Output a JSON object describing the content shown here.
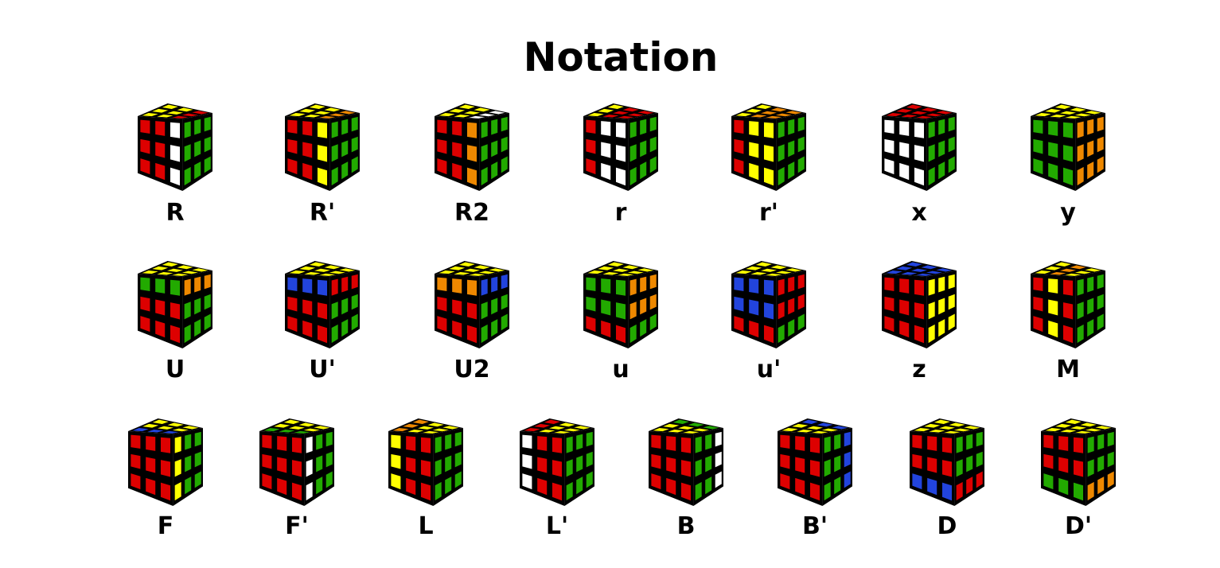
{
  "title": "Notation",
  "colors": {
    "W": "#ffffff",
    "Y": "#ffff00",
    "R": "#dd0000",
    "O": "#ee8800",
    "B": "#2244dd",
    "G": "#22aa00",
    "line": "#000000"
  },
  "rows": [
    {
      "moves": [
        {
          "label": "R",
          "top": [
            "YYR",
            "YYR",
            "YYR"
          ],
          "front": [
            "RRW",
            "RRW",
            "RRW"
          ],
          "right": [
            "GGG",
            "GGG",
            "GGG"
          ]
        },
        {
          "label": "R'",
          "top": [
            "YYO",
            "YYO",
            "YYO"
          ],
          "front": [
            "RRY",
            "RRY",
            "RRY"
          ],
          "right": [
            "GGG",
            "GGG",
            "GGG"
          ]
        },
        {
          "label": "R2",
          "top": [
            "YYW",
            "YYW",
            "YYW"
          ],
          "front": [
            "RRO",
            "RRO",
            "RRO"
          ],
          "right": [
            "GGG",
            "GGG",
            "GGG"
          ]
        },
        {
          "label": "r",
          "top": [
            "YRR",
            "YRR",
            "YRR"
          ],
          "front": [
            "RWW",
            "RWW",
            "RWW"
          ],
          "right": [
            "GGG",
            "GGG",
            "GGG"
          ]
        },
        {
          "label": "r'",
          "top": [
            "YOO",
            "YOO",
            "YOO"
          ],
          "front": [
            "RYY",
            "RYY",
            "RYY"
          ],
          "right": [
            "GGG",
            "GGG",
            "GGG"
          ]
        },
        {
          "label": "x",
          "top": [
            "RRR",
            "RRR",
            "RRR"
          ],
          "front": [
            "WWW",
            "WWW",
            "WWW"
          ],
          "right": [
            "GGG",
            "GGG",
            "GGG"
          ]
        },
        {
          "label": "y",
          "top": [
            "YYY",
            "YYY",
            "YYY"
          ],
          "front": [
            "GGG",
            "GGG",
            "GGG"
          ],
          "right": [
            "OOO",
            "OOO",
            "OOO"
          ]
        }
      ]
    },
    {
      "moves": [
        {
          "label": "U",
          "top": [
            "YYY",
            "YYY",
            "YYY"
          ],
          "front": [
            "GGG",
            "RRR",
            "RRR"
          ],
          "right": [
            "OOO",
            "GGG",
            "GGG"
          ]
        },
        {
          "label": "U'",
          "top": [
            "YYY",
            "YYY",
            "YYY"
          ],
          "front": [
            "BBB",
            "RRR",
            "RRR"
          ],
          "right": [
            "RRR",
            "GGG",
            "GGG"
          ]
        },
        {
          "label": "U2",
          "top": [
            "YYY",
            "YYY",
            "YYY"
          ],
          "front": [
            "OOO",
            "RRR",
            "RRR"
          ],
          "right": [
            "BBB",
            "GGG",
            "GGG"
          ]
        },
        {
          "label": "u",
          "top": [
            "YYY",
            "YYY",
            "YYY"
          ],
          "front": [
            "GGG",
            "GGG",
            "RRR"
          ],
          "right": [
            "OOO",
            "OOO",
            "GGG"
          ]
        },
        {
          "label": "u'",
          "top": [
            "YYY",
            "YYY",
            "YYY"
          ],
          "front": [
            "BBB",
            "BBB",
            "RRR"
          ],
          "right": [
            "RRR",
            "RRR",
            "GGG"
          ]
        },
        {
          "label": "z",
          "top": [
            "BBB",
            "BBB",
            "BBB"
          ],
          "front": [
            "RRR",
            "RRR",
            "RRR"
          ],
          "right": [
            "YYY",
            "YYY",
            "YYY"
          ]
        },
        {
          "label": "M",
          "top": [
            "YOY",
            "YOY",
            "YOY"
          ],
          "front": [
            "RYR",
            "RYR",
            "RYR"
          ],
          "right": [
            "GGG",
            "GGG",
            "GGG"
          ]
        }
      ]
    },
    {
      "moves": [
        {
          "label": "F",
          "top": [
            "YYY",
            "YYY",
            "BBB"
          ],
          "front": [
            "RRR",
            "RRR",
            "RRR"
          ],
          "right": [
            "YGG",
            "YGG",
            "YGG"
          ]
        },
        {
          "label": "F'",
          "top": [
            "YYY",
            "YYY",
            "GGG"
          ],
          "front": [
            "RRR",
            "RRR",
            "RRR"
          ],
          "right": [
            "WGG",
            "WGG",
            "WGG"
          ]
        },
        {
          "label": "L",
          "top": [
            "OYY",
            "OYY",
            "OYY"
          ],
          "front": [
            "YRR",
            "YRR",
            "YRR"
          ],
          "right": [
            "GGG",
            "GGG",
            "GGG"
          ]
        },
        {
          "label": "L'",
          "top": [
            "RYY",
            "RYY",
            "RYY"
          ],
          "front": [
            "WRR",
            "WRR",
            "WRR"
          ],
          "right": [
            "GGG",
            "GGG",
            "GGG"
          ]
        },
        {
          "label": "B",
          "top": [
            "GGG",
            "YYY",
            "YYY"
          ],
          "front": [
            "RRR",
            "RRR",
            "RRR"
          ],
          "right": [
            "GGW",
            "GGW",
            "GGW"
          ]
        },
        {
          "label": "B'",
          "top": [
            "BBB",
            "YYY",
            "YYY"
          ],
          "front": [
            "RRR",
            "RRR",
            "RRR"
          ],
          "right": [
            "GGB",
            "GGB",
            "GGB"
          ]
        },
        {
          "label": "D",
          "top": [
            "YYY",
            "YYY",
            "YYY"
          ],
          "front": [
            "RRR",
            "RRR",
            "BBB"
          ],
          "right": [
            "GGG",
            "GGG",
            "RRR"
          ]
        },
        {
          "label": "D'",
          "top": [
            "YYY",
            "YYY",
            "YYY"
          ],
          "front": [
            "RRR",
            "RRR",
            "GGG"
          ],
          "right": [
            "GGG",
            "GGG",
            "OOO"
          ]
        }
      ]
    }
  ]
}
